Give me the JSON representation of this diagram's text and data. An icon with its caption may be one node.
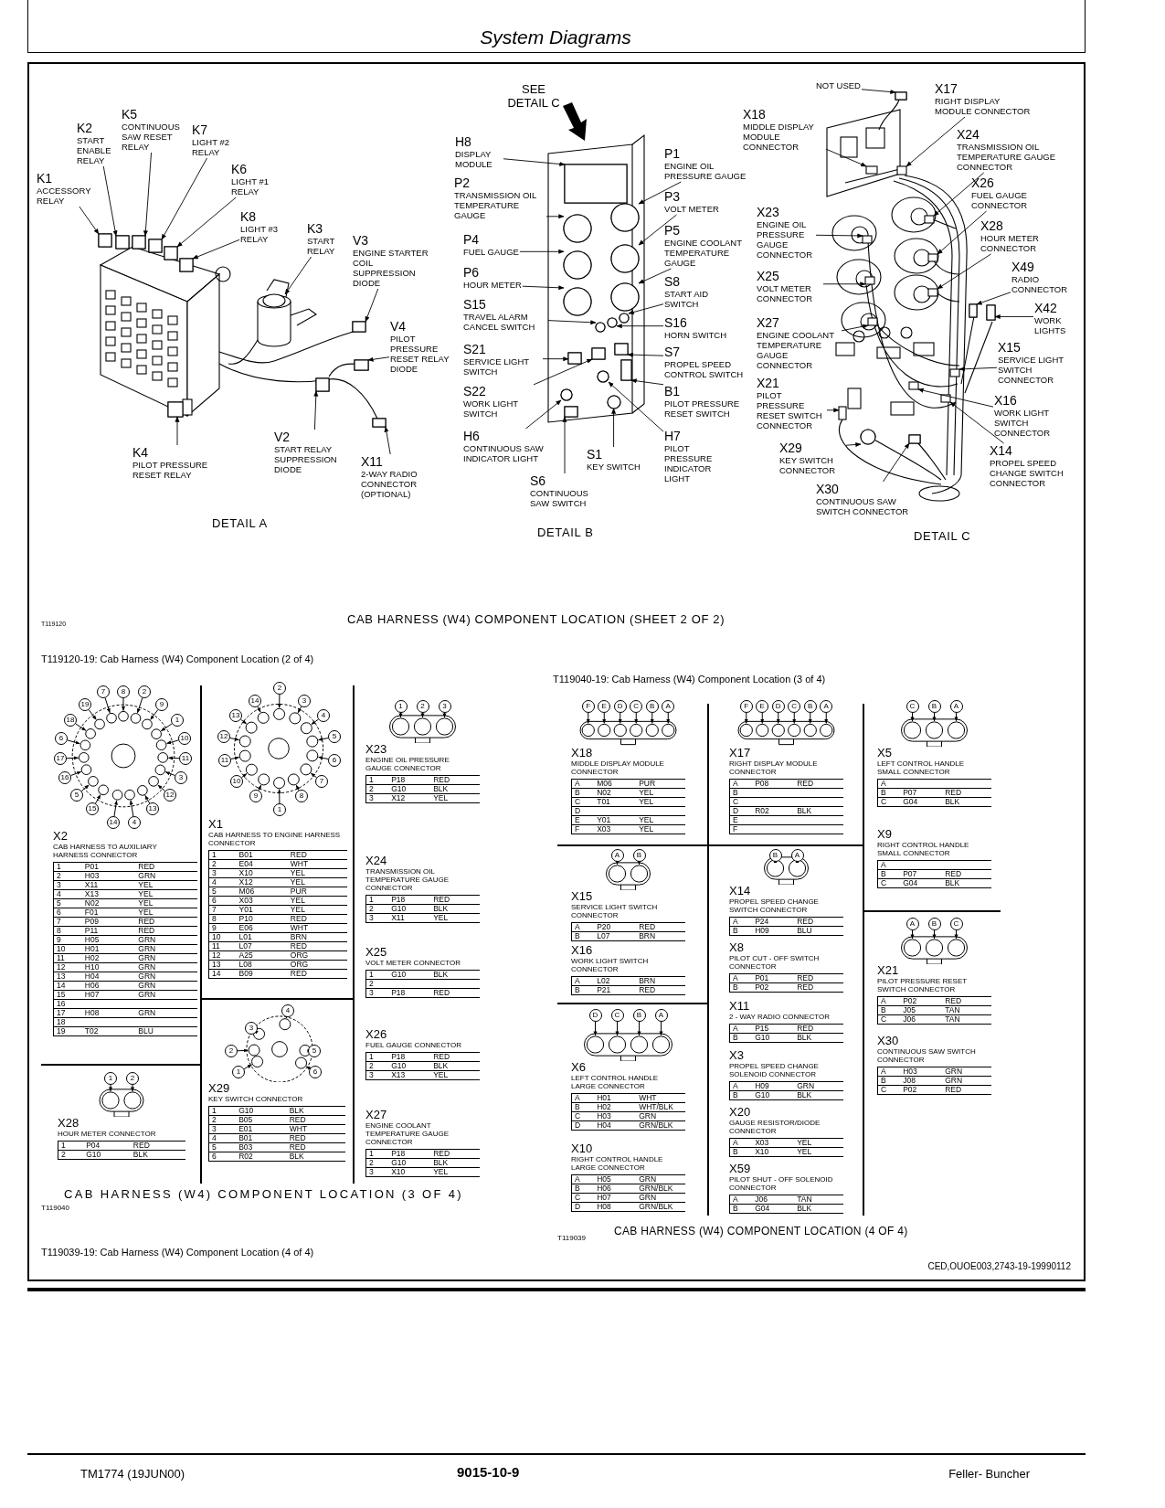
{
  "diagram": {
    "title": "System Diagrams",
    "nodes": [
      {
        "text": [
          "K2",
          "START ENABLE RELAY"
        ]
      },
      {
        "text": [
          "K5",
          "CONTINUOUS SAW RESET RELAY"
        ]
      },
      {
        "text": [
          "K7",
          "LIGHT #2 RELAY"
        ]
      },
      {
        "text": [
          "K1",
          "ACCESSORY RELAY"
        ]
      },
      {
        "text": [
          "K6",
          "LIGHT #1 RELAY"
        ]
      },
      {
        "text": [
          "K8",
          "LIGHT #3 RELAY"
        ]
      },
      {
        "text": [
          "K3",
          "START RELAY"
        ]
      },
      {
        "text": [
          "V3",
          "ENGINE STARTER COIL SUPPRESSION DIODE"
        ]
      },
      {
        "text": [
          "V4",
          "PILOT PRESSURE RESET RELAY DIODE"
        ]
      },
      {
        "text": [
          "K4",
          "PILOT PRESSURE RESET RELAY"
        ]
      },
      {
        "text": [
          "V2",
          "START RELAY SUPPRESSION DIODE"
        ]
      },
      {
        "text": [
          "X11",
          "2-WAY RADIO CONNECTOR (OPTIONAL)"
        ]
      },
      {
        "text": [
          "H8",
          "DISPLAY MODULE"
        ]
      },
      {
        "text": [
          "P2",
          "TRANSMISSION OIL TEMPERATURE GAUGE"
        ]
      },
      {
        "text": [
          "P4",
          "FUEL GAUGE"
        ]
      },
      {
        "text": [
          "P6",
          "HOUR METER"
        ]
      },
      {
        "text": [
          "S15",
          "TRAVEL ALARM CANCEL SWITCH"
        ]
      },
      {
        "text": [
          "S21",
          "SERVICE LIGHT SWITCH"
        ]
      },
      {
        "text": [
          "S22",
          "WORK LIGHT SWITCH"
        ]
      },
      {
        "text": [
          "H6",
          "CONTINUOUS SAW INDICATOR LIGHT"
        ]
      },
      {
        "text": [
          "S6",
          "CONTINUOUS SAW SWITCH"
        ]
      },
      {
        "text": [
          "S1",
          "KEY SWITCH"
        ]
      },
      {
        "text": [
          "P1",
          "ENGINE OIL PRESSURE GAUGE"
        ]
      },
      {
        "text": [
          "P3",
          "VOLT METER"
        ]
      },
      {
        "text": [
          "P5",
          "ENGINE COOLANT TEMPERATURE GAUGE"
        ]
      },
      {
        "text": [
          "S8",
          "START AID SWITCH"
        ]
      },
      {
        "text": [
          "S16",
          "HORN SWITCH"
        ]
      },
      {
        "text": [
          "S7",
          "PROPEL SPEED CONTROL SWITCH"
        ]
      },
      {
        "text": [
          "B1",
          "PILOT PRESSURE RESET SWITCH"
        ]
      },
      {
        "text": [
          "H7",
          "PILOT PRESSURE INDICATOR LIGHT"
        ]
      },
      {
        "text": [
          "NOT USED"
        ]
      },
      {
        "text": [
          "X17",
          "RIGHT DISPLAY MODULE CONNECTOR"
        ]
      },
      {
        "text": [
          "X18",
          "MIDDLE DISPLAY MODULE CONNECTOR"
        ]
      },
      {
        "text": [
          "X24",
          "TRANSMISSION OIL TEMPERATURE GAUGE CONNECTOR"
        ]
      },
      {
        "text": [
          "X26",
          "FUEL GAUGE CONNECTOR"
        ]
      },
      {
        "text": [
          "X23",
          "ENGINE OIL PRESSURE GAUGE CONNECTOR"
        ]
      },
      {
        "text": [
          "X28",
          "HOUR METER CONNECTOR"
        ]
      },
      {
        "text": [
          "X49",
          "RADIO CONNECTOR"
        ]
      },
      {
        "text": [
          "X25",
          "VOLT METER CONNECTOR"
        ]
      },
      {
        "text": [
          "X42",
          "WORK LIGHTS"
        ]
      },
      {
        "text": [
          "X27",
          "ENGINE COOLANT TEMPERATURE GAUGE CONNECTOR"
        ]
      },
      {
        "text": [
          "X15",
          "SERVICE LIGHT SWITCH CONNECTOR"
        ]
      },
      {
        "text": [
          "X21",
          "PILOT PRESSURE RESET SWITCH CONNECTOR"
        ]
      },
      {
        "text": [
          "X16",
          "WORK LIGHT SWITCH CONNECTOR"
        ]
      },
      {
        "text": [
          "X29",
          "KEY SWITCH CONNECTOR"
        ]
      },
      {
        "text": [
          "X14",
          "PROPEL SPEED CHANGE SWITCH CONNECTOR"
        ]
      },
      {
        "text": [
          "X30",
          "CONTINUOUS SAW SWITCH CONNECTOR"
        ]
      },
      {
        "text": [],
        "shape": "box"
      },
      {
        "text": [],
        "shape": "box"
      },
      {
        "text": [],
        "shape": "box"
      },
      {
        "text": [],
        "shape": "box"
      },
      {
        "text": [],
        "shape": "box"
      },
      {
        "text": [],
        "shape": "box"
      },
      {
        "text": [],
        "shape": "circle"
      },
      {
        "text": [],
        "shape": "box"
      },
      {
        "text": [],
        "shape": "box"
      },
      {
        "text": [],
        "shape": "box"
      },
      {
        "text": [],
        "shape": "box"
      },
      {
        "text": [],
        "shape": "box"
      },
      {
        "text": [],
        "shape": "box"
      },
      {
        "text": [],
        "shape": "circle"
      },
      {
        "text": [],
        "shape": "circle"
      },
      {
        "text": [],
        "shape": "circle"
      },
      {
        "text": [],
        "shape": "circle"
      },
      {
        "text": [],
        "shape": "box"
      },
      {
        "text": [],
        "shape": "box"
      },
      {
        "text": [],
        "shape": "circle"
      },
      {
        "text": [],
        "shape": "box"
      },
      {
        "text": [],
        "shape": "circle"
      },
      {
        "text": [],
        "shape": "circle"
      },
      {
        "text": [],
        "shape": "circle"
      },
      {
        "text": [],
        "shape": "circle"
      },
      {
        "text": [],
        "shape": "circle"
      },
      {
        "text": [],
        "shape": "circle"
      },
      {
        "text": [],
        "shape": "box"
      },
      {
        "text": [],
        "shape": "box"
      },
      {
        "text": [],
        "shape": "circle"
      },
      {
        "text": [],
        "shape": "box"
      },
      {
        "text": [],
        "shape": "box"
      },
      {
        "text": [],
        "shape": "box"
      },
      {
        "text": [],
        "shape": "box"
      },
      {
        "text": [],
        "shape": "box"
      },
      {
        "text": [],
        "shape": "box"
      },
      {
        "text": [],
        "shape": "box"
      },
      {
        "text": [],
        "shape": "box"
      },
      {
        "text": [],
        "shape": "box"
      },
      {
        "text": [],
        "shape": "box"
      },
      {
        "text": [],
        "shape": "box"
      },
      {
        "text": [],
        "shape": "box"
      },
      {
        "text": [],
        "shape": "box"
      },
      {
        "text": [],
        "shape": "box"
      },
      {
        "text": [],
        "shape": "circle"
      },
      {
        "text": [],
        "shape": "box"
      },
      {
        "text": [],
        "shape": "box"
      }
    ],
    "edges": [
      {
        "from": 0,
        "to": 47,
        "arrow": "to"
      },
      {
        "from": 1,
        "to": 48,
        "arrow": "to"
      },
      {
        "from": 2,
        "to": 49,
        "arrow": "to"
      },
      {
        "from": 3,
        "to": 50,
        "arrow": "to"
      },
      {
        "from": 4,
        "to": 51,
        "arrow": "to"
      },
      {
        "from": 5,
        "to": 52,
        "arrow": "to"
      },
      {
        "from": 6,
        "to": 53,
        "arrow": "to"
      },
      {
        "from": 7,
        "to": 54,
        "arrow": "to"
      },
      {
        "from": 8,
        "to": 55,
        "arrow": "to"
      },
      {
        "from": 9,
        "to": 56,
        "arrow": "to"
      },
      {
        "from": 10,
        "to": 57,
        "arrow": "to"
      },
      {
        "from": 11,
        "to": 58,
        "arrow": "to"
      },
      {
        "from": 12,
        "to": 59,
        "arrow": "to"
      },
      {
        "from": 13,
        "to": 60,
        "arrow": "to"
      },
      {
        "from": 14,
        "to": 61,
        "arrow": "to"
      },
      {
        "from": 15,
        "to": 62,
        "arrow": "to"
      },
      {
        "from": 16,
        "to": 63,
        "arrow": "to"
      },
      {
        "from": 17,
        "to": 64,
        "arrow": "to"
      },
      {
        "from": 18,
        "to": 65,
        "arrow": "to"
      },
      {
        "from": 19,
        "to": 66,
        "arrow": "to"
      },
      {
        "from": 20,
        "to": 67,
        "arrow": "to"
      },
      {
        "from": 21,
        "to": 68,
        "arrow": "to"
      },
      {
        "from": 22,
        "to": 69,
        "arrow": "to"
      },
      {
        "from": 23,
        "to": 70,
        "arrow": "to"
      },
      {
        "from": 24,
        "to": 71,
        "arrow": "to"
      },
      {
        "from": 25,
        "to": 72,
        "arrow": "to"
      },
      {
        "from": 26,
        "to": 73,
        "arrow": "to"
      },
      {
        "from": 27,
        "to": 74,
        "arrow": "to"
      },
      {
        "from": 28,
        "to": 75,
        "arrow": "to"
      },
      {
        "from": 29,
        "to": 76,
        "arrow": "to"
      },
      {
        "from": 30,
        "to": 77,
        "arrow": "to"
      },
      {
        "from": 31,
        "to": 78,
        "arrow": "to"
      },
      {
        "from": 32,
        "to": 79,
        "arrow": "to"
      },
      {
        "from": 33,
        "to": 80,
        "arrow": "to"
      },
      {
        "from": 34,
        "to": 81,
        "arrow": "to"
      },
      {
        "from": 35,
        "to": 82,
        "arrow": "to"
      },
      {
        "from": 36,
        "to": 83,
        "arrow": "to"
      },
      {
        "from": 37,
        "to": 84,
        "arrow": "to"
      },
      {
        "from": 38,
        "to": 85,
        "arrow": "to"
      },
      {
        "from": 39,
        "to": 86,
        "arrow": "to"
      },
      {
        "from": 40,
        "to": 87,
        "arrow": "to"
      },
      {
        "from": 41,
        "to": 88,
        "arrow": "to"
      },
      {
        "from": 42,
        "to": 89,
        "arrow": "to"
      },
      {
        "from": 43,
        "to": 90,
        "arrow": "to"
      },
      {
        "from": 44,
        "to": 91,
        "arrow": "to"
      },
      {
        "from": 45,
        "to": 92,
        "arrow": "to"
      },
      {
        "from": 46,
        "to": 93,
        "arrow": "to"
      }
    ],
    "labels": [
      "SEE DETAIL C",
      "DETAIL A",
      "DETAIL B",
      "DETAIL C",
      "T119120",
      "CAB HARNESS (W4) COMPONENT LOCATION (SHEET 2 OF 2)",
      "T119120-19: Cab Harness (W4) Component Location (2 of 4)",
      "7",
      "8",
      "2",
      "19",
      "9",
      "18",
      "1",
      "6",
      "10",
      "17",
      "11",
      "16",
      "3",
      "5",
      "12",
      "15",
      "13",
      "14",
      "4",
      "X2",
      "CAB HARNESS TO AUXILIARY HARNESS CONNECTOR",
      "1 P01 RED",
      "2 H03 GRN",
      "3 X11 YEL",
      "4 X13 YEL",
      "5 N02 YEL",
      "6 F01 YEL",
      "7 P09 RED",
      "8 P11 RED",
      "9 H05 GRN",
      "10 H01 GRN",
      "11 H02 GRN",
      "12 H10 GRN",
      "13 H04 GRN",
      "14 H06 GRN",
      "15 H07 GRN",
      "16",
      "17 H08 GRN",
      "18",
      "19 T02 BLU",
      "2",
      "14",
      "3",
      "13",
      "4",
      "12",
      "5",
      "11",
      "6",
      "10",
      "7",
      "9",
      "8",
      "1",
      "X1",
      "CAB HARNESS TO ENGINE HARNESS CONNECTOR",
      "1 B01 RED",
      "2 E04 WHT",
      "3 X10 YEL",
      "4 X12 YEL",
      "5 M06 PUR",
      "6 X03 YEL",
      "7 Y01 YEL",
      "8 P10 RED",
      "9 E06 WHT",
      "10 L01 BRN",
      "11 L07 RED",
      "12 A25 ORG",
      "13 L08 ORG",
      "14 B09 RED",
      "1",
      "2",
      "3",
      "X23",
      "ENGINE OIL PRESSURE GAUGE CONNECTOR",
      "1 P18 RED",
      "2 G10 BLK",
      "3 X12 YEL",
      "X24",
      "TRANSMISSION OIL TEMPERATURE GAUGE CONNECTOR",
      "1 P18 RED",
      "2 G10 BLK",
      "3 X11 YEL",
      "X25",
      "VOLT METER CONNECTOR",
      "1 G10 BLK",
      "2",
      "3 P18 RED",
      "X26",
      "FUEL GAUGE CONNECTOR",
      "1 P18 RED",
      "2 G10 BLK",
      "3 X13 YEL",
      "X27",
      "ENGINE COOLANT TEMPERATURE GAUGE CONNECTOR",
      "1 P18 RED",
      "2 G10 BLK",
      "3 X10 YEL",
      "1",
      "2",
      "X28",
      "HOUR METER CONNECTOR",
      "1 P04 RED",
      "2 G10 BLK",
      "4",
      "3",
      "2",
      "5",
      "1",
      "6",
      "X29",
      "KEY SWITCH CONNECTOR",
      "1 G10 BLK",
      "2 B05 RED",
      "3 E01 WHT",
      "4 B01 RED",
      "5 B03 RED",
      "6 R02 BLK",
      "CAB HARNESS (W4) COMPONENT LOCATION (3 OF 4)",
      "T119040",
      "T119040-19: Cab Harness (W4) Component Location (3 of 4)",
      "F",
      "E",
      "D",
      "C",
      "B",
      "A",
      "X18",
      "MIDDLE DISPLAY MODULE CONNECTOR",
      "A M06 PUR",
      "B N02 YEL",
      "C T01 YEL",
      "D",
      "E Y01 YEL",
      "F X03 YEL",
      "A",
      "B",
      "X15",
      "SERVICE LIGHT SWITCH CONNECTOR",
      "A P20 RED",
      "B L07 BRN",
      "X16",
      "WORK LIGHT SWITCH CONNECTOR",
      "A L02 BRN",
      "B P21 RED",
      "D",
      "C",
      "B",
      "A",
      "X6",
      "LEFT CONTROL HANDLE LARGE CONNECTOR",
      "A H01 WHT",
      "B H02 WHT/BLK",
      "C H03 GRN",
      "D H04 GRN/BLK",
      "X10",
      "RIGHT CONTROL HANDLE LARGE CONNECTOR",
      "A H05 GRN",
      "B H06 GRN/BLK",
      "C H07 GRN",
      "D H08 GRN/BLK",
      "F",
      "E",
      "D",
      "C",
      "B",
      "A",
      "X17",
      "RIGHT DISPLAY MODULE CONNECTOR",
      "A P08 RED",
      "B",
      "C",
      "D R02 BLK",
      "E",
      "F",
      "B",
      "A",
      "X14",
      "PROPEL SPEED CHANGE SWITCH CONNECTOR",
      "A P24 RED",
      "B H09 BLU",
      "X8",
      "PILOT CUT - OFF SWITCH CONNECTOR",
      "A P01 RED",
      "B P02 RED",
      "X11",
      "2 - WAY RADIO CONNECTOR",
      "A P15 RED",
      "B G10 BLK",
      "X3",
      "PROPEL SPEED CHANGE SOLENOID CONNECTOR",
      "A H09 GRN",
      "B G10 BLK",
      "X20",
      "GAUGE RESISTOR/DIODE CONNECTOR",
      "A X03 YEL",
      "B X10 YEL",
      "X59",
      "PILOT SHUT - OFF SOLENOID CONNECTOR",
      "A J06 TAN",
      "B G04 BLK",
      "C",
      "B",
      "A",
      "X5",
      "LEFT CONTROL HANDLE SMALL CONNECTOR",
      "A",
      "B P07 RED",
      "C G04 BLK",
      "X9",
      "RIGHT CONTROL HANDLE SMALL CONNECTOR",
      "A",
      "B P07 RED",
      "C G04 BLK",
      "A",
      "B",
      "C",
      "X21",
      "PILOT PRESSURE RESET SWITCH CONNECTOR",
      "A P02 RED",
      "B J05 TAN",
      "C J06 TAN",
      "X30",
      "CONTINUOUS SAW SWITCH CONNECTOR",
      "A H03 GRN",
      "B J08 GRN",
      "C P02 RED",
      "CAB HARNESS (W4) COMPONENT LOCATION (4 OF 4)",
      "T119039",
      "T119039-19: Cab Harness (W4) Component Location (4 of 4)",
      "CED,OUOE003,2743-19-19990112",
      "TM1774 (19JUN00)",
      "9015-10-9",
      "Feller- Buncher"
    ]
  }
}
